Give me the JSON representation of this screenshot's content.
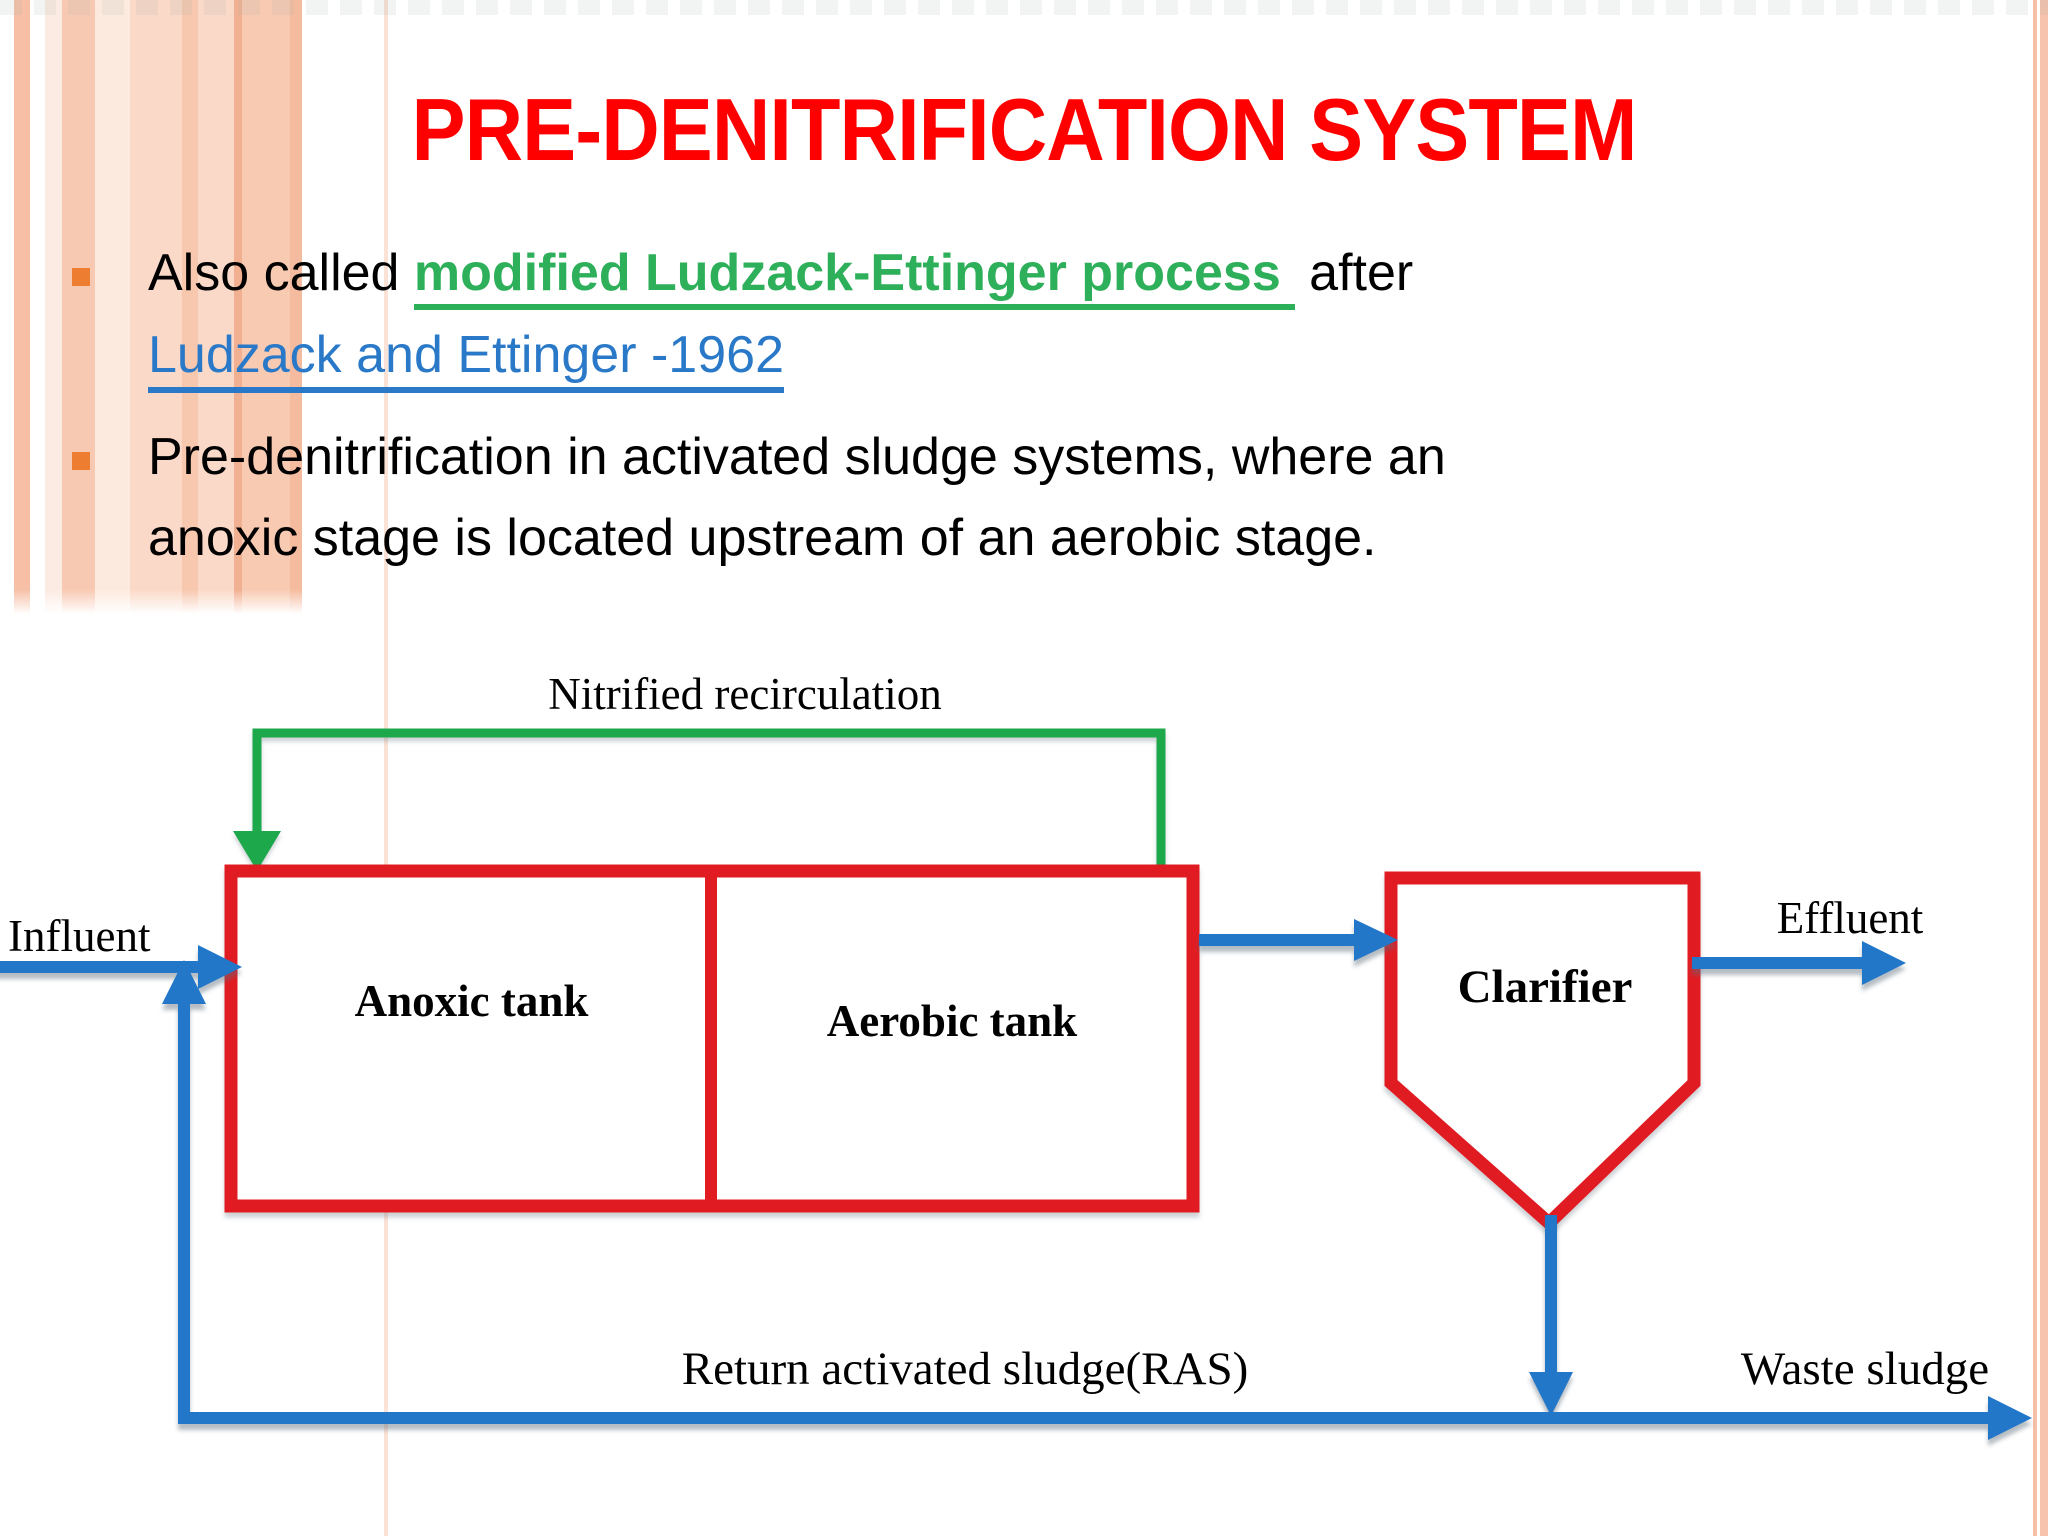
{
  "title": "PRE-DENITRIFICATION SYSTEM",
  "bullets": {
    "b1_prefix": "Also called ",
    "b1_green_link": "modified Ludzack-Ettinger process",
    "b1_suffix": " after",
    "b1_line2_link": "Ludzack and Ettinger -1962",
    "b2_line1": "Pre-denitrification in activated sludge systems, where an",
    "b2_line2": "anoxic stage is located upstream of an aerobic stage."
  },
  "diagram": {
    "recirculation": "Nitrified recirculation",
    "influent": "Influent",
    "anoxic_tank": "Anoxic tank",
    "aerobic_tank": "Aerobic tank",
    "clarifier": "Clarifier",
    "effluent": "Effluent",
    "return_sludge": "Return activated sludge(RAS)",
    "waste_sludge": "Waste sludge"
  },
  "colors": {
    "title_red": "#FF0000",
    "diagram_red": "#E01D24",
    "line_green": "#1FA84B",
    "text_green": "#2EAF5A",
    "line_blue": "#2377C8",
    "link_blue": "#2979C8",
    "bullet_orange": "#ED7D31",
    "stripe_peach": "#F8C9B2"
  }
}
